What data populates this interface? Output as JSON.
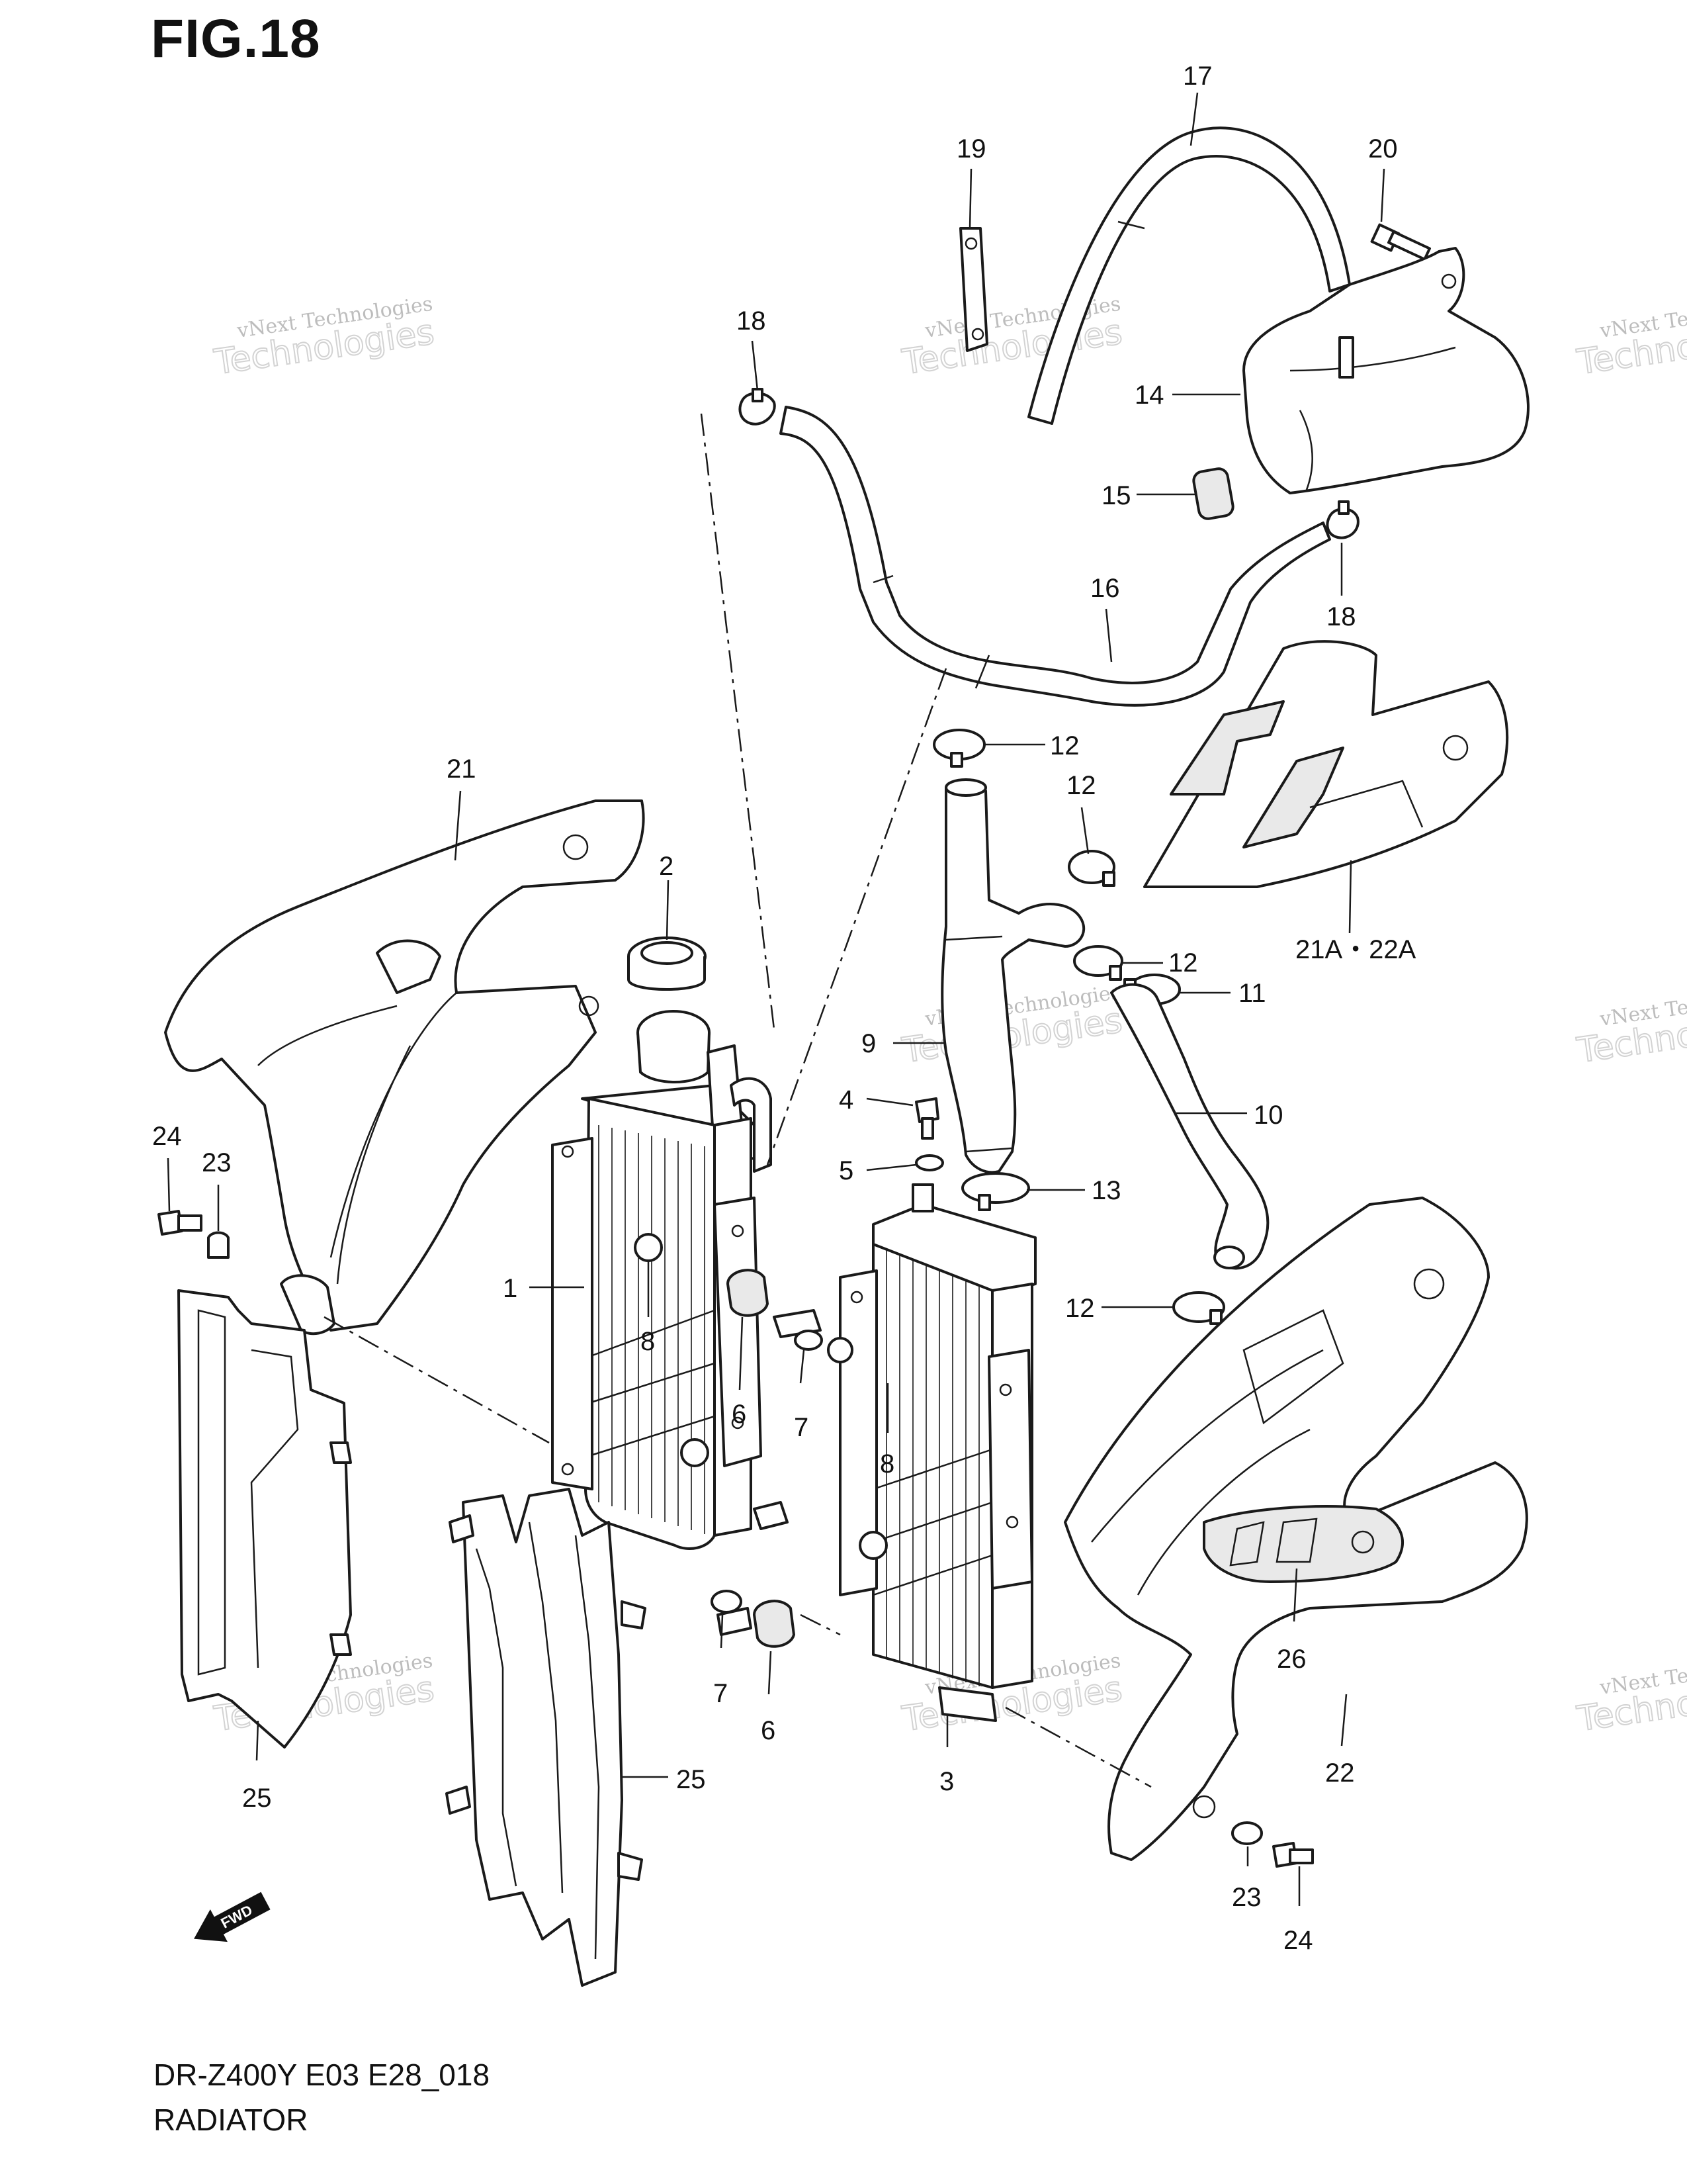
{
  "figure": {
    "title": "FIG.18",
    "model_code": "DR-Z400Y E03 E28_018",
    "section_name": "RADIATOR"
  },
  "watermark": {
    "line1": "vNext Technologies",
    "line2": "Technologies"
  },
  "orientation_arrow": {
    "label": "FWD"
  },
  "callouts": [
    "1",
    "2",
    "3",
    "4",
    "5",
    "6",
    "6",
    "7",
    "7",
    "8",
    "8",
    "9",
    "10",
    "11",
    "12",
    "12",
    "12",
    "12",
    "13",
    "14",
    "15",
    "16",
    "17",
    "18",
    "18",
    "19",
    "20",
    "21",
    "21A・22A",
    "22",
    "23",
    "23",
    "24",
    "24",
    "25",
    "25",
    "26"
  ]
}
